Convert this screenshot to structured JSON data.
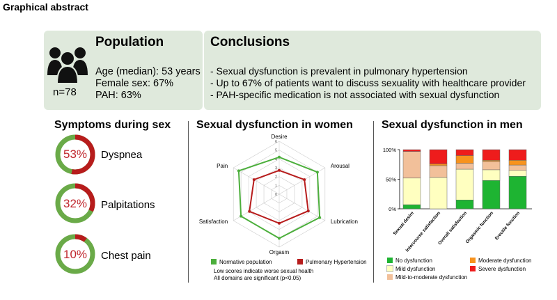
{
  "title": "Graphical abstract",
  "population": {
    "heading": "Population",
    "n": "n=78",
    "lines": [
      "Age (median): 53 years",
      "Female sex: 67%",
      "PAH: 63%"
    ],
    "icon": "people-group-icon"
  },
  "conclusions": {
    "heading": "Conclusions",
    "lines": [
      "- Sexual dysfunction is prevalent in pulmonary hypertension",
      "- Up to 67% of patients want to discuss sexuality with healthcare provider",
      "- PAH-specific medication is not associated with sexual dysfunction"
    ]
  },
  "symptoms": {
    "title": "Symptoms during sex",
    "items": [
      {
        "percent_label": "53%",
        "value": 0.53,
        "label": "Dyspnea"
      },
      {
        "percent_label": "32%",
        "value": 0.32,
        "label": "Palpitations"
      },
      {
        "percent_label": "10%",
        "value": 0.1,
        "label": "Chest pain"
      }
    ],
    "colors": {
      "affected": "#b71c1c",
      "unaffected": "#6aaa48"
    }
  },
  "women": {
    "title": "Sexual dysfunction in women",
    "legend": [
      "Normative population",
      "Pulmonary Hypertension"
    ],
    "notes": [
      "Low scores indicate worse sexual health",
      "All domains are significant (p<0.05)"
    ]
  },
  "men": {
    "title": "Sexual dysfunction in men",
    "legend": [
      "No dysfunction",
      "Moderate dysfunction",
      "Mild dysfunction",
      "Severe dysfunction",
      "Mild-to-moderate dysfunction"
    ]
  },
  "chart_data": [
    {
      "type": "radar",
      "axes": [
        "Desire",
        "Arousal",
        "Lubrication",
        "Orgasm",
        "Satisfaction",
        "Pain"
      ],
      "tick_labels": [
        "0",
        "1",
        "2",
        "3",
        "4",
        "5",
        "6"
      ],
      "range": [
        0,
        6
      ],
      "series": [
        {
          "name": "Normative population",
          "color": "#4caf3c",
          "values": [
            4.2,
            5.0,
            5.3,
            5.0,
            5.0,
            5.3
          ]
        },
        {
          "name": "Pulmonary Hypertension",
          "color": "#b71c1c",
          "values": [
            2.7,
            3.3,
            3.8,
            3.3,
            3.9,
            3.3
          ]
        }
      ]
    },
    {
      "type": "bar",
      "stacked": true,
      "categories": [
        "Sexual desire",
        "Intercourse satisfaction",
        "Overall satisfaction",
        "Orgasmic function",
        "Erectile function"
      ],
      "y_ticks": [
        "0%",
        "50%",
        "100%"
      ],
      "ylim": [
        0,
        100
      ],
      "series": [
        {
          "name": "No dysfunction",
          "color": "#1eb432",
          "values": [
            7,
            0,
            15,
            48,
            55
          ]
        },
        {
          "name": "Mild dysfunction",
          "color": "#ffffc0",
          "values": [
            45,
            53,
            52,
            18,
            10
          ]
        },
        {
          "name": "Mild-to-moderate dysfunction",
          "color": "#f2c09a",
          "values": [
            45,
            20,
            10,
            14,
            9
          ]
        },
        {
          "name": "Moderate dysfunction",
          "color": "#f7931e",
          "values": [
            0,
            3,
            13,
            2,
            8
          ]
        },
        {
          "name": "Severe dysfunction",
          "color": "#ee1c1c",
          "values": [
            3,
            24,
            10,
            18,
            18
          ]
        }
      ]
    }
  ]
}
